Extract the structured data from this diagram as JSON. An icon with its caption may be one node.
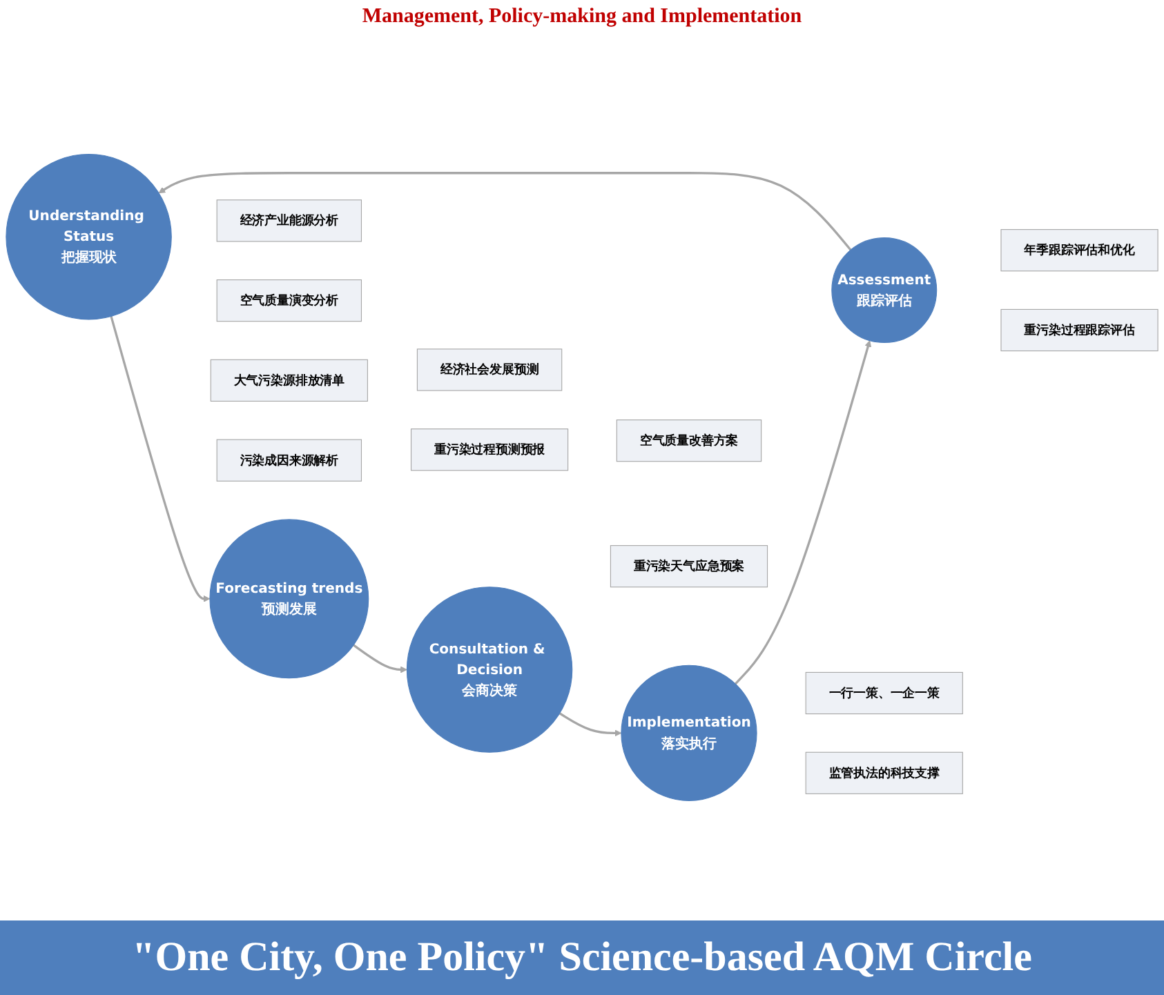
{
  "diagram": {
    "title": "\"One City, One Policy\" Science-based AQM Circle",
    "nodes": [
      {
        "text": [
          "Understanding Status",
          "把握现状"
        ]
      },
      {
        "text": [
          "Forecasting trends",
          "预测发展"
        ]
      },
      {
        "text": [
          "Consultation & Decision",
          "会商决策"
        ]
      },
      {
        "text": [
          "Implementation",
          "落实执行"
        ]
      },
      {
        "text": [
          "Assessment",
          "跟踪评估"
        ]
      },
      {
        "text": [
          "经济产业能源分析"
        ]
      },
      {
        "text": [
          "空气质量演变分析"
        ]
      },
      {
        "text": [
          "大气污染源排放清单"
        ]
      },
      {
        "text": [
          "污染成因来源解析"
        ]
      },
      {
        "text": [
          "年季跟踪评估和优化"
        ]
      },
      {
        "text": [
          "经济社会发展预测"
        ]
      },
      {
        "text": [
          "重污染过程跟踪评估"
        ]
      },
      {
        "text": [
          "重污染过程预测预报"
        ]
      },
      {
        "text": [
          "一行一策、一企一策"
        ]
      },
      {
        "text": [
          "空气质量改善方案"
        ]
      },
      {
        "text": [
          "监管执法的科技支撑"
        ]
      },
      {
        "text": [
          "重污染天气应急预案"
        ]
      }
    ],
    "edges": [
      {
        "from": 0,
        "to": 1,
        "arrow": "to"
      },
      {
        "from": 1,
        "to": 2,
        "arrow": "to"
      },
      {
        "from": 2,
        "to": 3,
        "arrow": "to"
      },
      {
        "from": 3,
        "to": 4,
        "arrow": "to"
      },
      {
        "from": 4,
        "to": 0,
        "arrow": "to"
      }
    ],
    "labels": [
      "Management, Policy-making and Implementation"
    ]
  }
}
